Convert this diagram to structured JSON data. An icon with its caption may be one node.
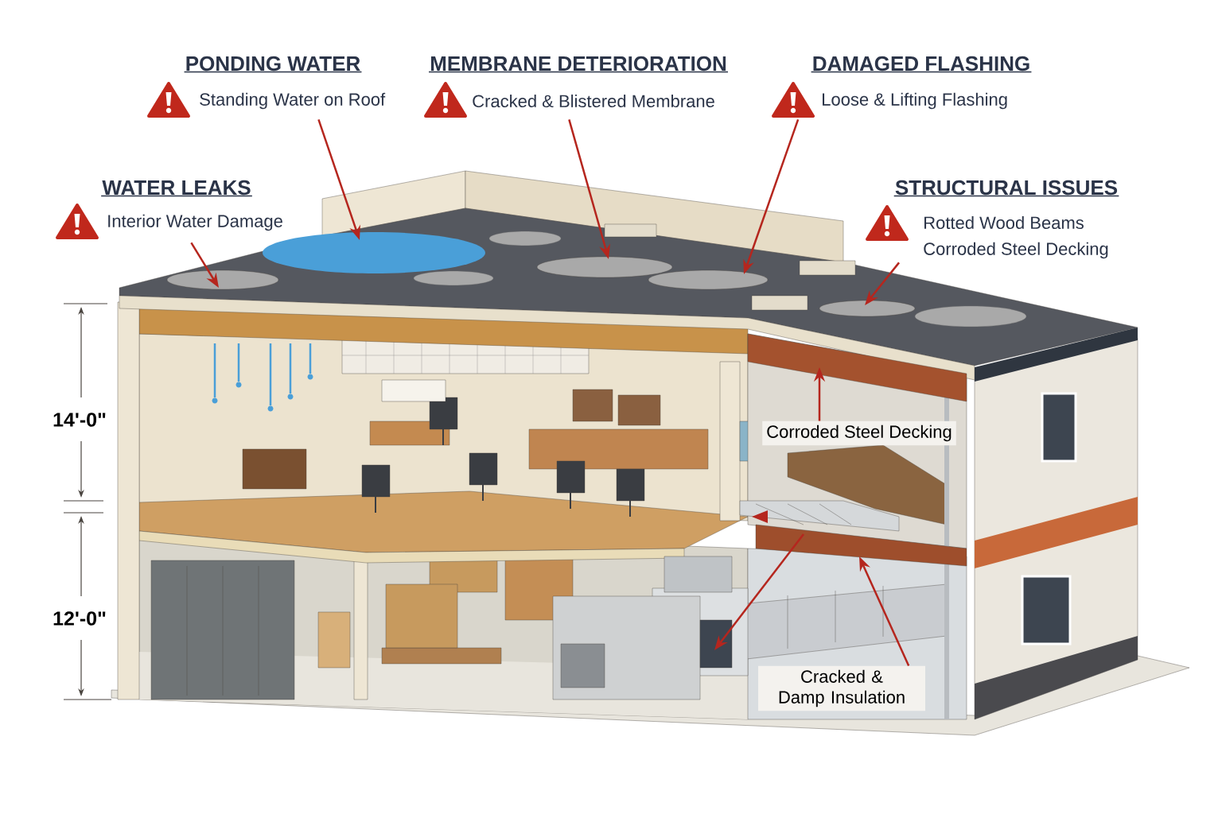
{
  "diagram": {
    "nodes": [
      {
        "text": [
          "PONDING WATER",
          "Standing Water on Roof"
        ]
      },
      {
        "text": [
          "MEMBRANE DETERIORATION",
          "Cracked & Blistered Membrane"
        ]
      },
      {
        "text": [
          "DAMAGED FLASHING",
          "Loose & Lifting Flashing"
        ]
      },
      {
        "text": [
          "WATER LEAKS",
          "Interior Water Damage"
        ]
      },
      {
        "text": [
          "STRUCTURAL ISSUES",
          "Rotted Wood Beams",
          "Corroded Steel Decking"
        ]
      },
      {
        "text": [
          "Corroded Steel Decking"
        ]
      },
      {
        "text": [
          "Cracked & Damp Insulation"
        ]
      },
      {
        "text": [],
        "shape": "circle"
      },
      {
        "text": [],
        "shape": "circle"
      },
      {
        "text": [],
        "shape": "circle"
      },
      {
        "text": [],
        "shape": "circle"
      },
      {
        "text": [],
        "shape": "circle"
      },
      {
        "text": [],
        "shape": "bar"
      },
      {
        "text": [],
        "shape": "bar"
      },
      {
        "text": [],
        "shape": "picture"
      }
    ],
    "edges": [
      {
        "from": 0,
        "to": 7,
        "arrow": "to"
      },
      {
        "from": 1,
        "to": 9,
        "arrow": "to"
      },
      {
        "from": 2,
        "to": 10,
        "arrow": "to"
      },
      {
        "from": 3,
        "to": 8,
        "arrow": "to"
      },
      {
        "from": 4,
        "to": 11,
        "arrow": "to"
      },
      {
        "from": 5,
        "to": 12,
        "arrow": "to"
      },
      {
        "from": 6,
        "to": 13,
        "arrow": "to"
      },
      {
        "from": 13,
        "to": 14,
        "arrow": "to"
      }
    ],
    "labels": [
      "14'-0\"",
      "12'-0\""
    ]
  }
}
